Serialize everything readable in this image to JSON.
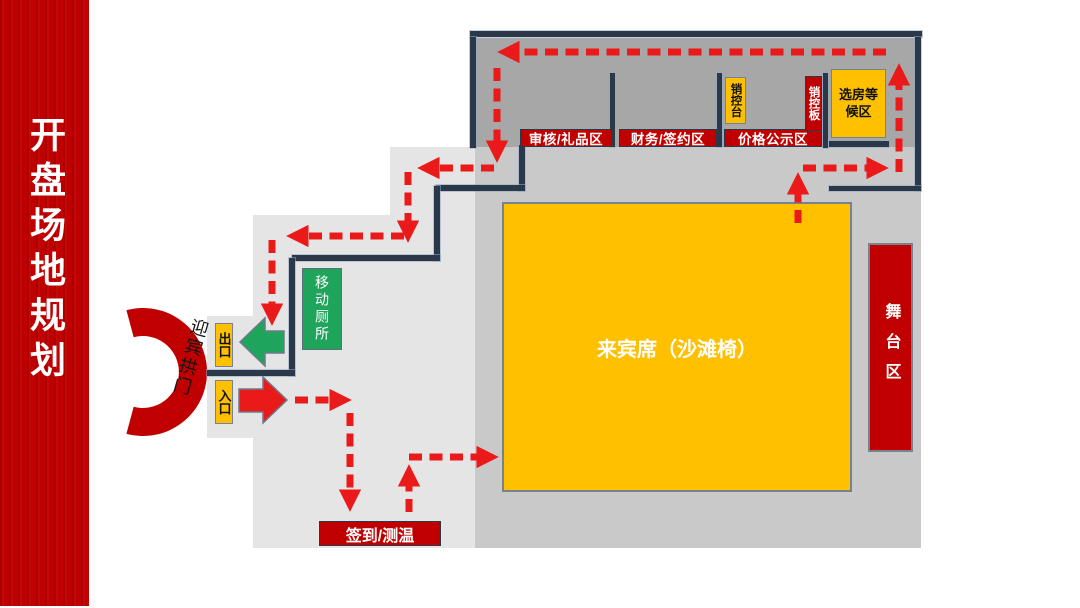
{
  "colors": {
    "brand-red": "#C00000",
    "arrow-red": "#EB1A1A",
    "gold": "#FFC000",
    "green": "#1FA45B",
    "wall": "#2B3848",
    "floor-light": "#E5E5E5",
    "floor-mid": "#C9C9C9",
    "zone-gray": "#A7A7A7",
    "white": "#FFFFFF"
  },
  "sidebar": {
    "title": "开盘场地规划"
  },
  "top_zone": {
    "audit_gift_label": "审核/礼品区",
    "finance_signing_label": "财务/签约区",
    "price_display_label": "价格公示区",
    "sales_control_desk_label": "销控台",
    "sales_control_board_label": "销控板",
    "room_selection_waiting_label": "选房等候区"
  },
  "floor": {
    "guest_seating_label": "来宾席（沙滩椅）",
    "stage_label": "舞台区",
    "mobile_toilet_label": "移动厕所",
    "checkin_temperature_label": "签到/测温"
  },
  "entry": {
    "welcome_arch_label": "迎宾拱门",
    "exit_label": "出口",
    "entrance_label": "入口"
  }
}
